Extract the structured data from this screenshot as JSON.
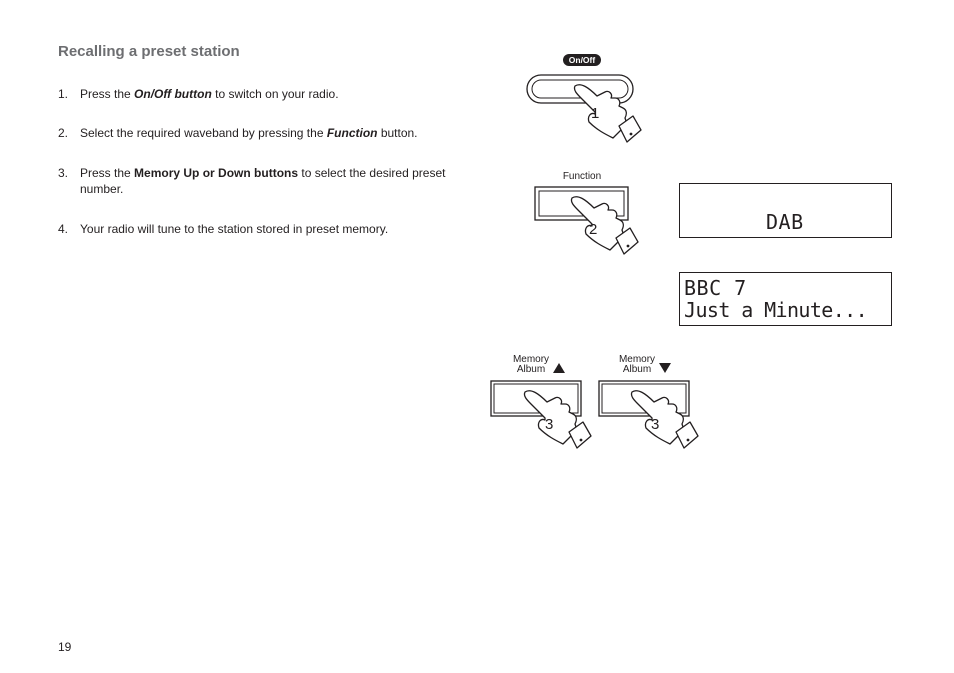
{
  "heading": "Recalling a preset station",
  "steps": [
    {
      "num": "1.",
      "pre": "Press the ",
      "em": "On/Off button",
      "post": " to switch on your radio."
    },
    {
      "num": "2.",
      "pre": "Select the required waveband by pressing the ",
      "em": "Function",
      "post": " button."
    },
    {
      "num": "3.",
      "pre": "Press the ",
      "em": "Memory Up or Down buttons",
      "post": " to select the desired preset number."
    },
    {
      "num": "4.",
      "text": "Your radio will tune to the station stored in preset memory."
    }
  ],
  "illustrations": {
    "onoff_label": "On/Off",
    "function_label": "Function",
    "memory_up_label_1": "Memory",
    "memory_up_label_2": "Album",
    "memory_down_label_1": "Memory",
    "memory_down_label_2": "Album",
    "hand_1": "1",
    "hand_2": "2",
    "hand_3a": "3",
    "hand_3b": "3"
  },
  "display_1": {
    "line2": "DAB"
  },
  "display_2": {
    "line1": "BBC 7",
    "line2": "Just a Minute..."
  },
  "page_number": "19"
}
